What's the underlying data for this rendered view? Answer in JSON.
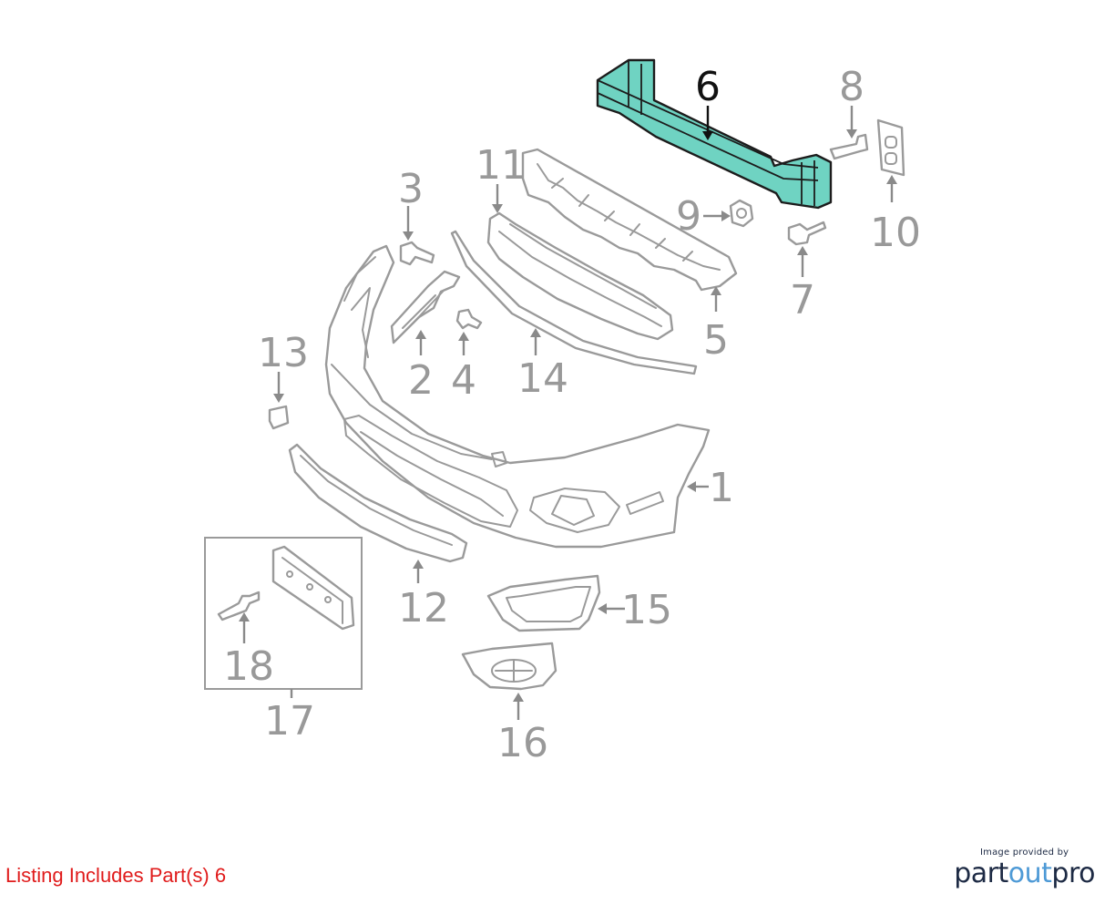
{
  "diagram": {
    "highlight_color": "#6fd3c2",
    "callouts": {
      "c1": "1",
      "c2": "2",
      "c3": "3",
      "c4": "4",
      "c5": "5",
      "c6": "6",
      "c7": "7",
      "c8": "8",
      "c9": "9",
      "c10": "10",
      "c11": "11",
      "c12": "12",
      "c13": "13",
      "c14": "14",
      "c15": "15",
      "c16": "16",
      "c17": "17",
      "c18": "18"
    }
  },
  "footer": {
    "listing_text": "Listing Includes Part(s) 6",
    "listing_color": "#e01b1b"
  },
  "credit": {
    "line": "Image provided by",
    "brand_part1": "part",
    "brand_part2": "out",
    "brand_part3": "pro"
  }
}
